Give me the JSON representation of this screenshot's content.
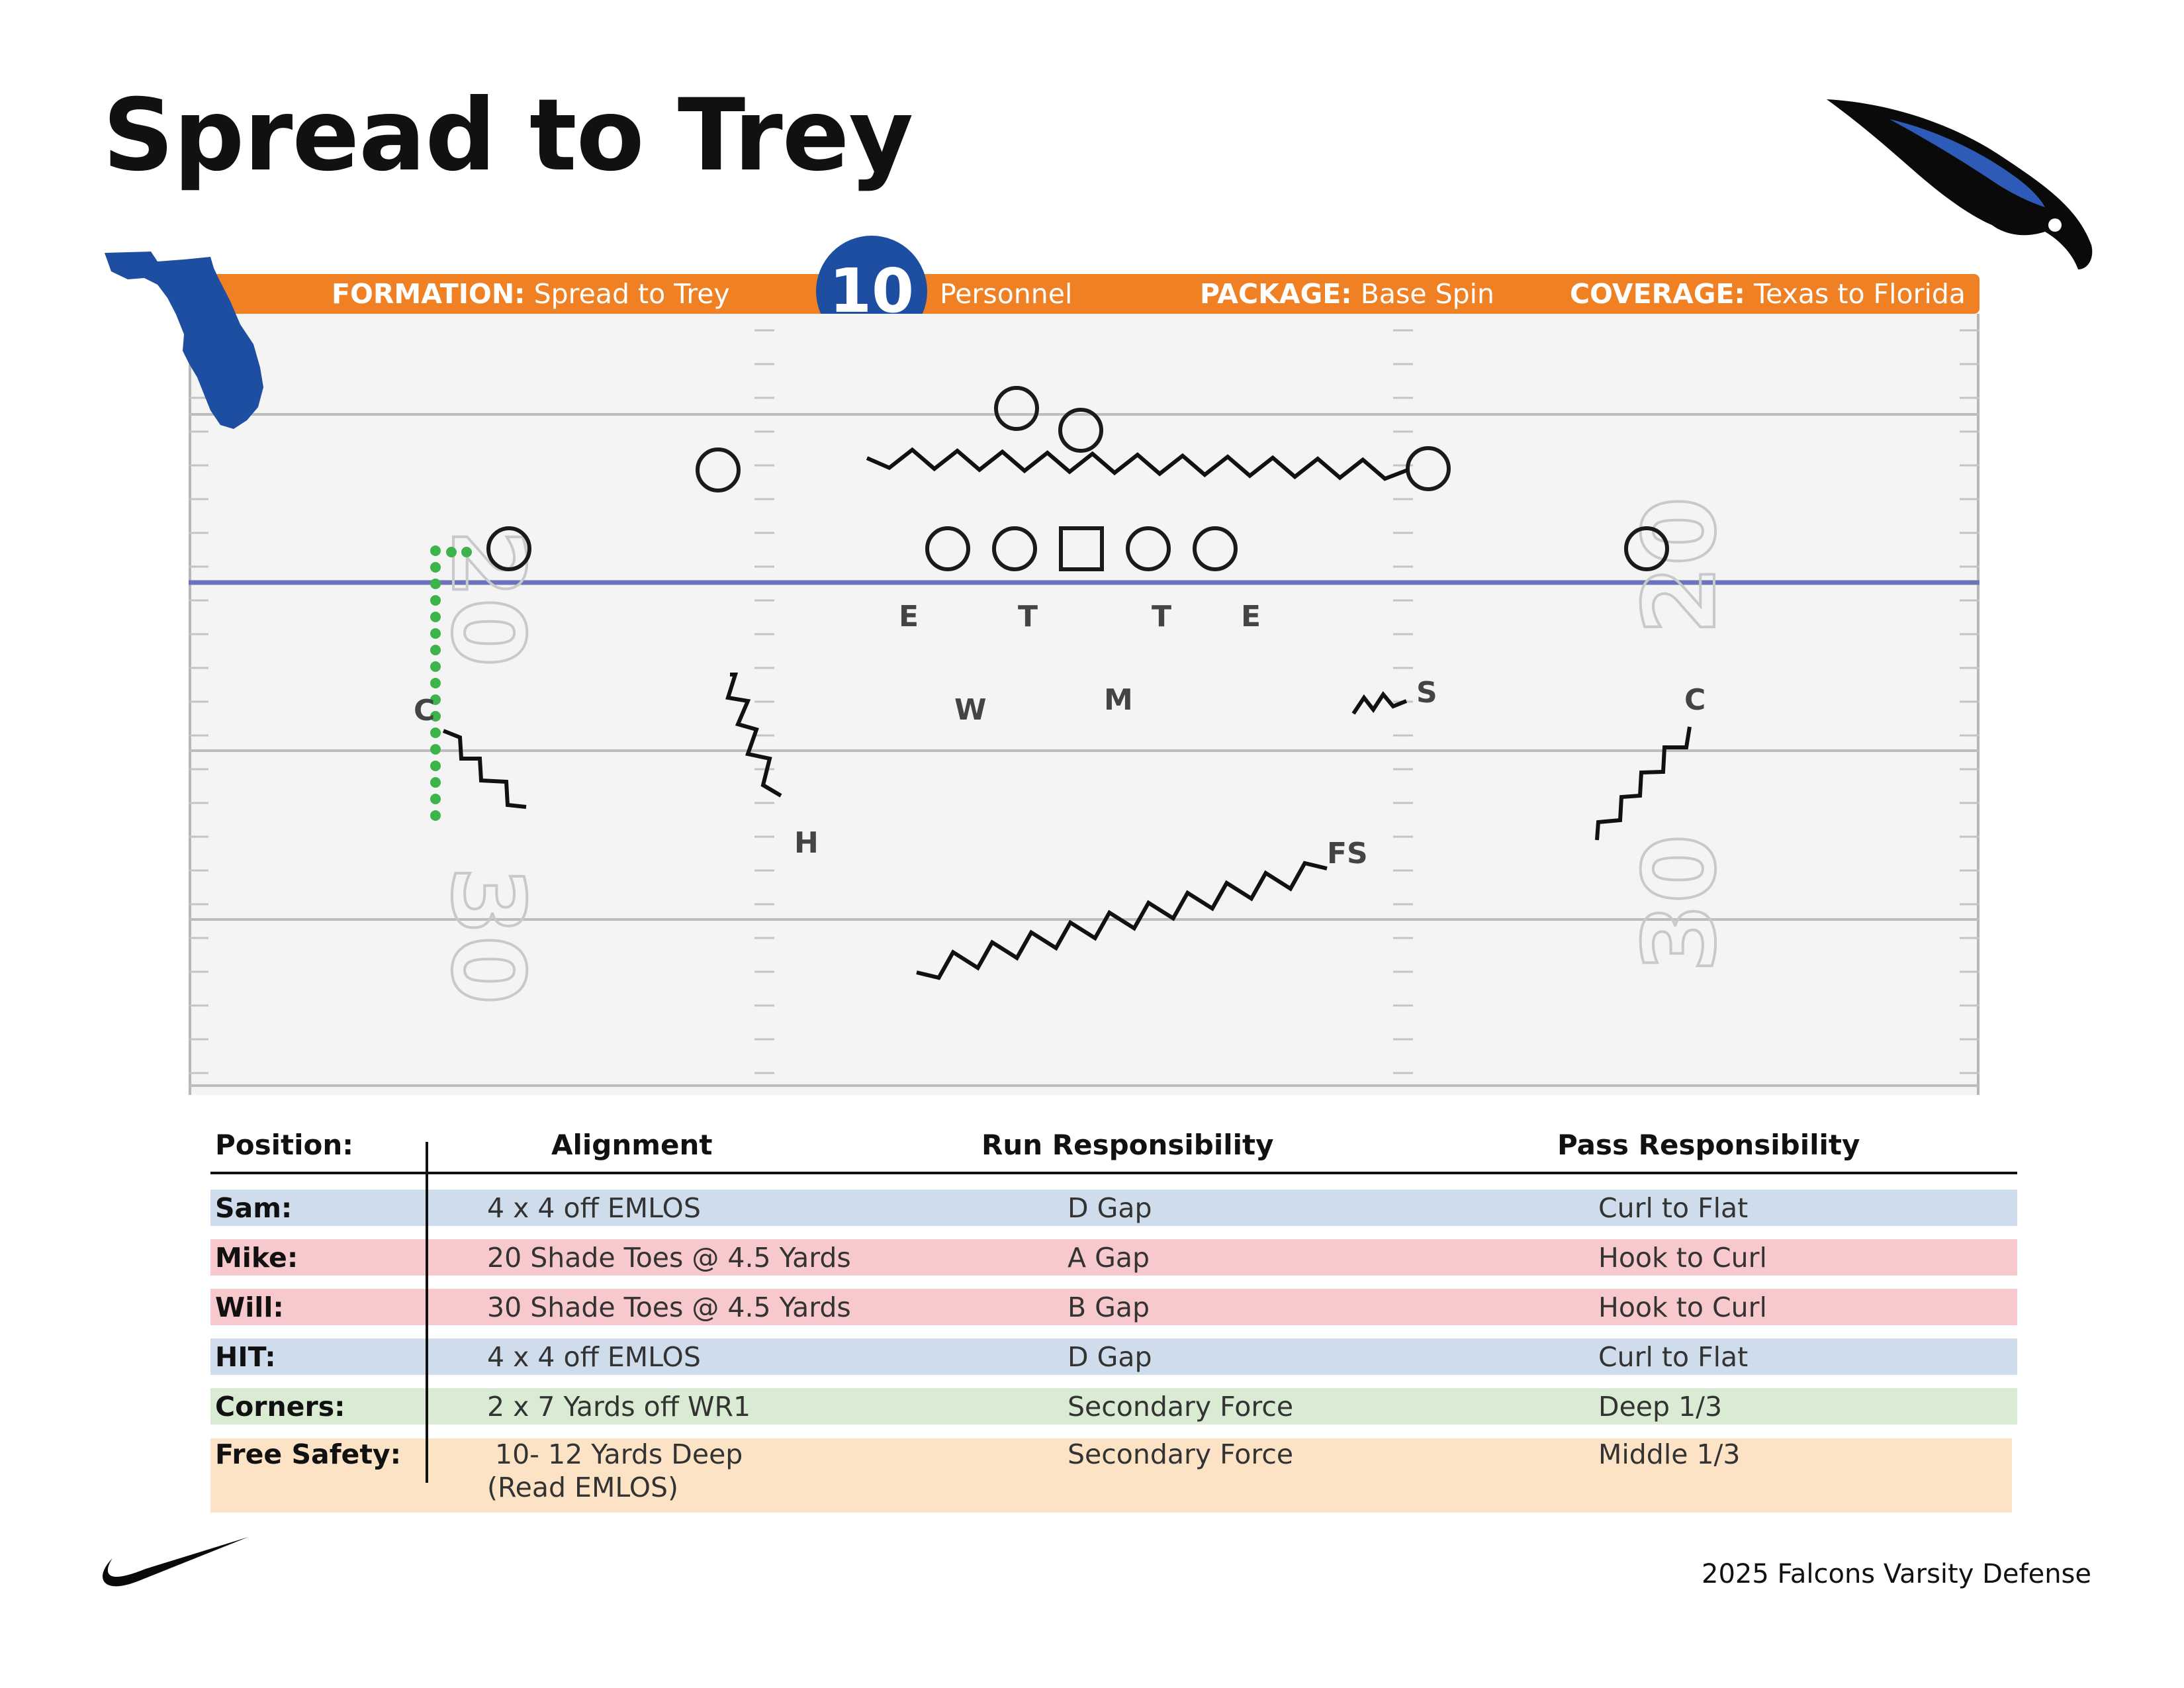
{
  "title": "Spread to Trey",
  "header_bar": {
    "formation_label": "FORMATION:",
    "formation_value": "Spread to Trey",
    "personnel_number": "10",
    "personnel_label": "Personnel",
    "package_label": "PACKAGE:",
    "package_value": "Base Spin",
    "coverage_label": "COVERAGE:",
    "coverage_value": "Texas to Florida"
  },
  "field": {
    "yard_numbers": [
      "20",
      "30",
      "20",
      "30"
    ],
    "line_of_scrimmage_color": "#6e72b8",
    "defender_labels": {
      "end_left": "E",
      "tackle_left": "T",
      "tackle_right": "T",
      "end_right": "E",
      "will": "W",
      "mike": "M",
      "sam": "S",
      "hit": "H",
      "corner_left": "C",
      "corner_right": "C",
      "free_safety": "FS"
    }
  },
  "table": {
    "headers": {
      "position": "Position:",
      "alignment": "Alignment",
      "run": "Run Responsibility",
      "pass": "Pass Responsibility"
    },
    "rows": [
      {
        "position": "Sam:",
        "alignment": "4 x 4 off EMLOS",
        "alignment2": "",
        "run": "D Gap",
        "pass": "Curl to Flat",
        "color": "#cfdcec"
      },
      {
        "position": "Mike:",
        "alignment": "20 Shade Toes @ 4.5 Yards",
        "alignment2": "",
        "run": "A Gap",
        "pass": "Hook to Curl",
        "color": "#f8c9cc"
      },
      {
        "position": "Will:",
        "alignment": "30 Shade Toes @ 4.5 Yards",
        "alignment2": "",
        "run": "B Gap",
        "pass": "Hook to Curl",
        "color": "#f8c9cc"
      },
      {
        "position": "HIT:",
        "alignment": "4 x 4 off EMLOS",
        "alignment2": "",
        "run": "D Gap",
        "pass": "Curl to Flat",
        "color": "#cfdcec"
      },
      {
        "position": "Corners:",
        "alignment": "2 x 7 Yards off WR1",
        "alignment2": "",
        "run": "Secondary Force",
        "pass": "Deep 1/3",
        "color": "#d9ebd3"
      },
      {
        "position": "Free Safety:",
        "alignment": "10- 12 Yards Deep",
        "alignment2": "(Read EMLOS)",
        "run": "Secondary Force",
        "pass": "Middle 1/3",
        "color": "#fde3c5"
      }
    ]
  },
  "footer": "2025 Falcons Varsity Defense",
  "icons": {
    "team_logo": "falcon-head-logo",
    "state": "florida-map-icon",
    "brand": "swoosh-logo"
  },
  "colors": {
    "accent_orange": "#f08024",
    "accent_blue": "#1d4ea1",
    "route_green": "#3cb44b"
  }
}
